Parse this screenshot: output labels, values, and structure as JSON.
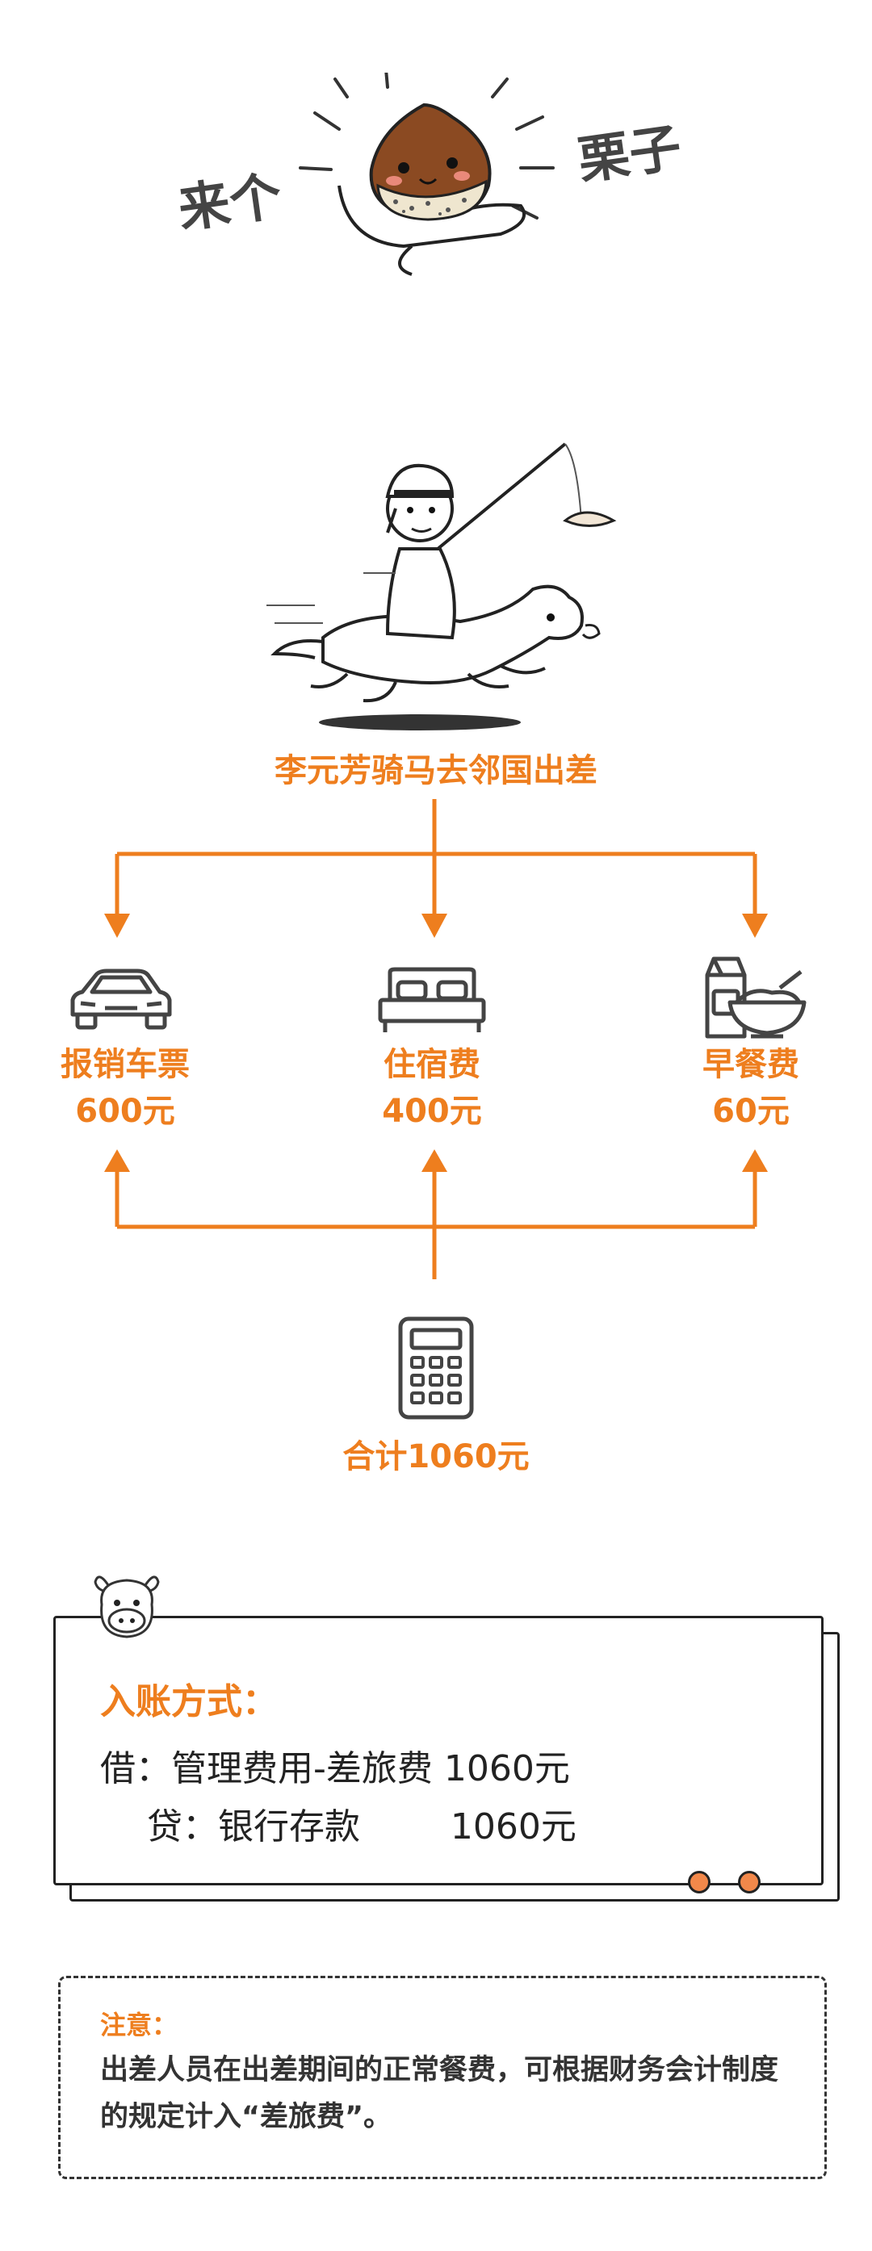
{
  "header": {
    "left_text": "来个",
    "right_text": "栗子"
  },
  "flow": {
    "title": "李元芳骑马去邻国出差",
    "items": [
      {
        "label": "报销车票",
        "amount": "600元",
        "icon": "car-icon"
      },
      {
        "label": "住宿费",
        "amount": "400元",
        "icon": "bed-icon"
      },
      {
        "label": "早餐费",
        "amount": "60元",
        "icon": "breakfast-icon"
      }
    ],
    "total": "合计1060元"
  },
  "entry": {
    "title": "入账方式：",
    "debit": "借：管理费用-差旅费 1060元",
    "credit": "贷：银行存款        1060元"
  },
  "note": {
    "title": "注意：",
    "text": "出差人员在出差期间的正常餐费，可根据财务会计制度的规定计入“差旅费”。"
  },
  "colors": {
    "accent": "#ee7e1e",
    "ink": "#222222"
  }
}
